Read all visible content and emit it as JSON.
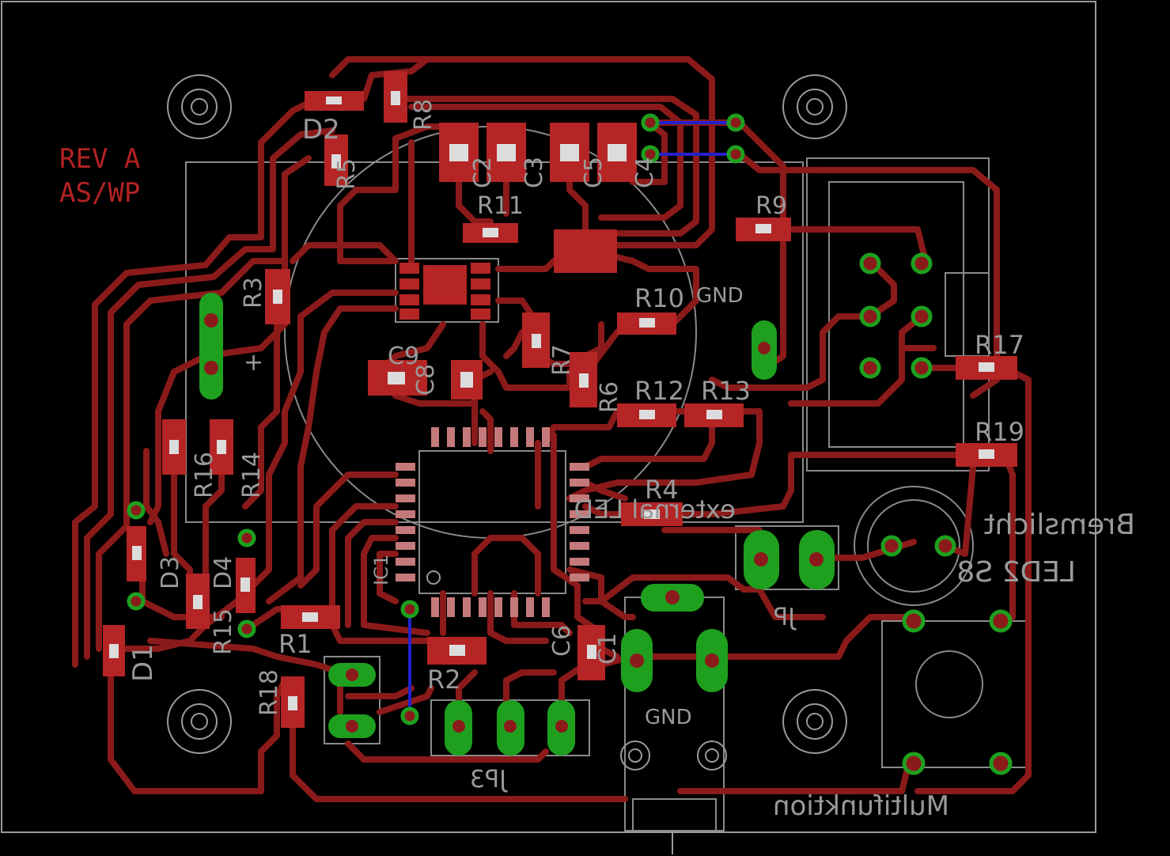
{
  "board": {
    "revision_text": "REV A",
    "authors_text": "AS/WP",
    "colors": {
      "background": "#000000",
      "trace": "#8b1a1a",
      "pad": "#b52525",
      "via": "#1ea01e",
      "silkscreen": "#9a9a9a",
      "bottom_trace": "#2222cc"
    }
  },
  "labels": {
    "gnd_top": "GND",
    "gnd_jack": "GND",
    "external_led": "external LED",
    "bremslicht": "Bremslicht",
    "led2_s8": "LED2 S8",
    "multifunktion": "Multifunktion",
    "jp_small": "JP",
    "j_label": "JP3",
    "plus": "+"
  },
  "components": [
    {
      "id": "D2",
      "text": "D2"
    },
    {
      "id": "R5",
      "text": "R5"
    },
    {
      "id": "R8",
      "text": "R8"
    },
    {
      "id": "C2",
      "text": "C2"
    },
    {
      "id": "C3",
      "text": "C3"
    },
    {
      "id": "C5",
      "text": "C5"
    },
    {
      "id": "C4",
      "text": "C4"
    },
    {
      "id": "R11",
      "text": "R11"
    },
    {
      "id": "R3",
      "text": "R3"
    },
    {
      "id": "R10",
      "text": "R10"
    },
    {
      "id": "R9",
      "text": "R9"
    },
    {
      "id": "R7",
      "text": "R7"
    },
    {
      "id": "R6",
      "text": "R6"
    },
    {
      "id": "C9",
      "text": "C9"
    },
    {
      "id": "C8",
      "text": "C8"
    },
    {
      "id": "R12",
      "text": "R12"
    },
    {
      "id": "R13",
      "text": "R13"
    },
    {
      "id": "R17",
      "text": "R17"
    },
    {
      "id": "R19",
      "text": "R19"
    },
    {
      "id": "R16",
      "text": "R16"
    },
    {
      "id": "R14",
      "text": "R14"
    },
    {
      "id": "R4",
      "text": "R4"
    },
    {
      "id": "D3",
      "text": "D3"
    },
    {
      "id": "D4",
      "text": "D4"
    },
    {
      "id": "R15",
      "text": "R15"
    },
    {
      "id": "D1",
      "text": "D1"
    },
    {
      "id": "R1",
      "text": "R1"
    },
    {
      "id": "R18",
      "text": "R18"
    },
    {
      "id": "R2",
      "text": "R2"
    },
    {
      "id": "IC1",
      "text": "IC1"
    },
    {
      "id": "C6",
      "text": "C6"
    },
    {
      "id": "C1",
      "text": "C1"
    }
  ]
}
